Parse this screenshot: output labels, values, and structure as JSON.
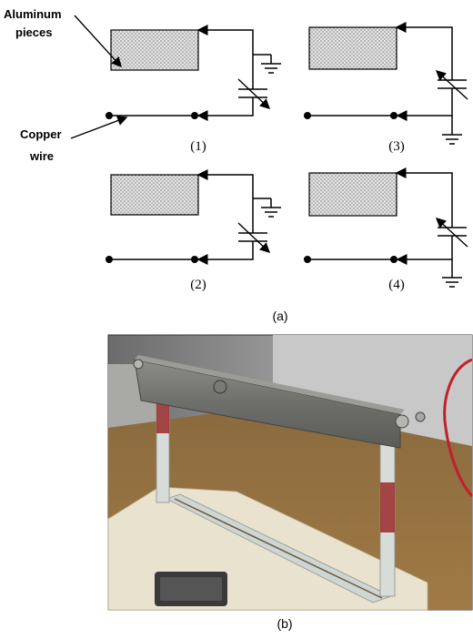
{
  "figure": {
    "panel_a": {
      "caption": "(a)",
      "callouts": {
        "aluminum": [
          "Aluminum",
          "pieces"
        ],
        "copper": [
          "Copper",
          "wire"
        ]
      },
      "circuits": [
        {
          "label": "(1)"
        },
        {
          "label": "(2)"
        },
        {
          "label": "(3)"
        },
        {
          "label": "(4)"
        }
      ]
    },
    "panel_b": {
      "caption": "(b)"
    }
  }
}
